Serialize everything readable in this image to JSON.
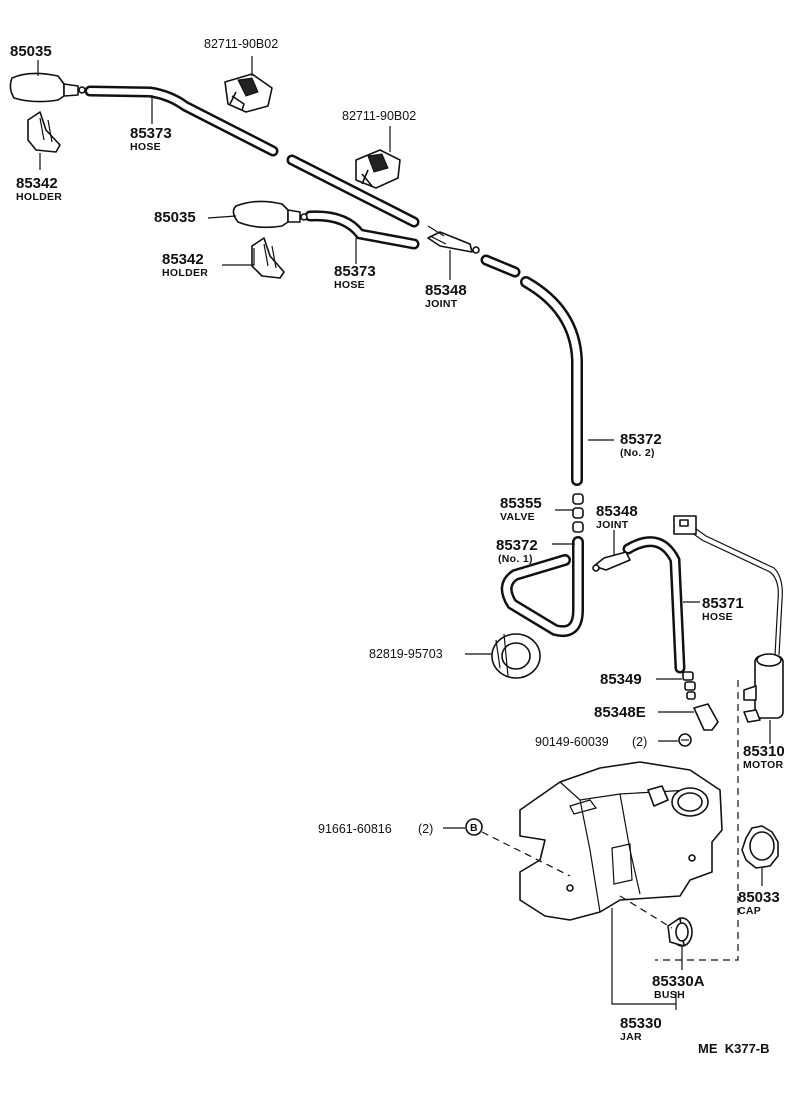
{
  "diagram_code": "ME  K377-B",
  "labels": {
    "nozzle_upper": {
      "number": "85035"
    },
    "holder_upper": {
      "number": "85342",
      "name": "HOLDER"
    },
    "hose_upper": {
      "number": "85373",
      "name": "HOSE"
    },
    "clip_1": {
      "number": "82711-90B02"
    },
    "clip_2": {
      "number": "82711-90B02"
    },
    "nozzle_lower": {
      "number": "85035"
    },
    "holder_lower": {
      "number": "85342",
      "name": "HOLDER"
    },
    "hose_lower": {
      "number": "85373",
      "name": "HOSE"
    },
    "joint_upper": {
      "number": "85348",
      "name": "JOINT"
    },
    "hose_no2": {
      "number": "85372",
      "name": "(No. 2)"
    },
    "valve": {
      "number": "85355",
      "name": "VALVE"
    },
    "joint_lower": {
      "number": "85348",
      "name": "JOINT"
    },
    "hose_no1": {
      "number": "85372",
      "name": "(No. 1)"
    },
    "hose_85371": {
      "number": "85371",
      "name": "HOSE"
    },
    "grommet": {
      "number": "82819-95703"
    },
    "part_85349": {
      "number": "85349"
    },
    "joint_elbow": {
      "number": "85348E"
    },
    "screw": {
      "number": "90149-60039",
      "qty": "(2)"
    },
    "motor": {
      "number": "85310",
      "name": "MOTOR"
    },
    "bolt": {
      "number": "91661-60816",
      "qty": "(2)"
    },
    "cap": {
      "number": "85033",
      "name": "CAP"
    },
    "bush": {
      "number": "85330A",
      "name": "BUSH"
    },
    "jar": {
      "number": "85330",
      "name": "JAR"
    }
  },
  "colors": {
    "ink": "#111111",
    "paper": "#ffffff"
  }
}
